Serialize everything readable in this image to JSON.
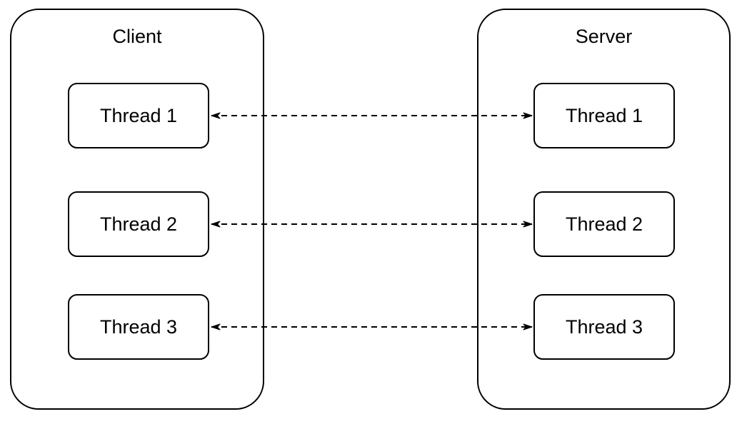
{
  "diagram": {
    "colors": {
      "stroke": "#000000",
      "fill": "#ffffff",
      "background": "#ffffff"
    },
    "containers": [
      {
        "title": "Client",
        "threads": [
          {
            "label": "Thread 1"
          },
          {
            "label": "Thread 2"
          },
          {
            "label": "Thread 3"
          }
        ]
      },
      {
        "title": "Server",
        "threads": [
          {
            "label": "Thread 1"
          },
          {
            "label": "Thread 2"
          },
          {
            "label": "Thread 3"
          }
        ]
      }
    ],
    "connections": [
      {
        "from": "Client Thread 1",
        "to": "Server Thread 1",
        "line": "dashed",
        "arrows": "both"
      },
      {
        "from": "Client Thread 2",
        "to": "Server Thread 2",
        "line": "dashed",
        "arrows": "both"
      },
      {
        "from": "Client Thread 3",
        "to": "Server Thread 3",
        "line": "dashed",
        "arrows": "both"
      }
    ]
  }
}
